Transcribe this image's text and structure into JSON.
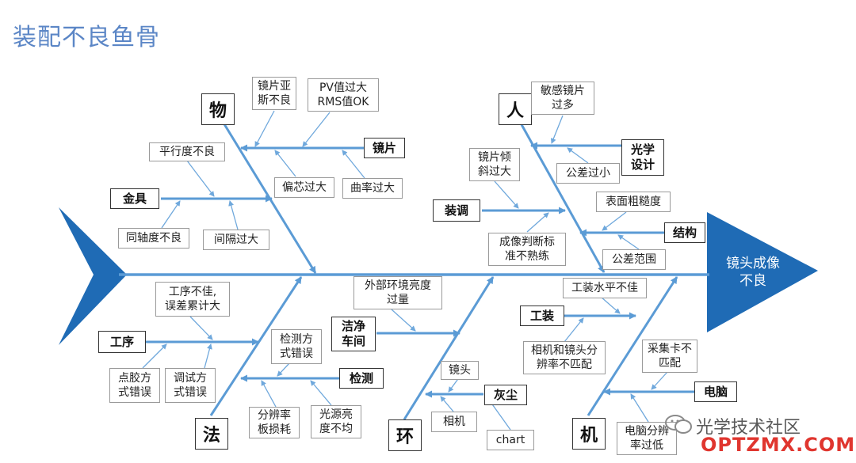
{
  "title": "装配不良鱼骨",
  "head": "镜头成像\n不良",
  "watermark": {
    "name": "光学技术社区",
    "url": "OPTZMX.COM"
  },
  "colors": {
    "bone": "#5b9bd5",
    "head": "#1f6bb5",
    "title": "#5b86c6",
    "watermark_url": "#e0362f"
  },
  "main_categories": [
    "物",
    "人",
    "法",
    "环",
    "机"
  ],
  "sub_categories": [
    "镜片",
    "金具",
    "光学\n设计",
    "装调",
    "结构",
    "工序",
    "检测",
    "洁净\n车间",
    "灰尘",
    "工装",
    "电脑"
  ],
  "causes": [
    "镜片亚\n斯不良",
    "PV值过大\nRMS值OK",
    "平行度不良",
    "偏芯过大",
    "曲率过大",
    "同轴度不良",
    "间隔过大",
    "敏感镜片\n过多",
    "公差过小",
    "镜片倾\n斜过大",
    "成像判断标\n准不熟练",
    "表面粗糙度",
    "公差范围",
    "工序不佳,\n误差累计大",
    "点胶方\n式错误",
    "调试方\n式错误",
    "检测方\n式错误",
    "分辨率\n板损耗",
    "光源亮\n度不均",
    "外部环境亮度\n过量",
    "镜头",
    "相机",
    "chart",
    "工装水平不佳",
    "相机和镜头分\n辨率不匹配",
    "采集卡不\n匹配",
    "电脑分辨\n率过低"
  ]
}
